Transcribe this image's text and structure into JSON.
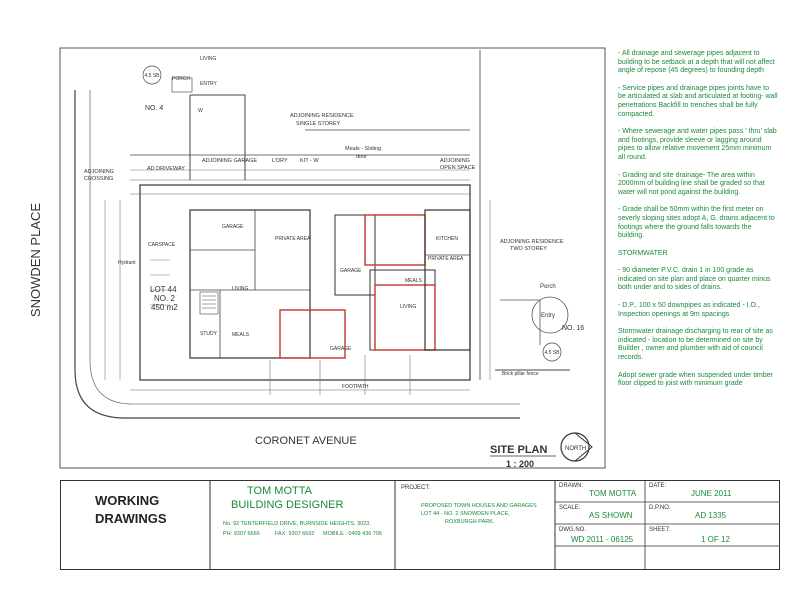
{
  "site": {
    "snowden_place": "SNOWDEN PLACE",
    "coronet_avenue": "CORONET AVENUE",
    "lot_no": "LOT 44",
    "lot_sub": "NO. 2",
    "lot_area": "450 m2",
    "no4": "NO. 4",
    "no16": "NO. 16",
    "porch_top": "PORCH",
    "living": "LIVING",
    "entry_top": "ENTRY",
    "w": "W",
    "sb_top": "4.5 SB",
    "sb_right": "4.5 SB",
    "adjoining_single": "ADJOINING RESIDENCE",
    "single_storey": "SINGLE STOREY",
    "adjoining_two": "ADJOINING RESIDENCE",
    "two_storey": "TWO STOREY",
    "adj_crossing": "ADJOINING",
    "crossing": "CROSSING",
    "ad_driveway": "AD DRIVEWAY",
    "adj_garage": "ADJOINING GARAGE",
    "ldry": "L'DRY",
    "kit": "KIT - W",
    "meals_sliding": "Meals - Sliding",
    "door": "door",
    "adj_open": "ADJOINING",
    "open_space": "OPEN SPACE",
    "porch_right": "Porch",
    "entry_right": "Entry",
    "garage_1": "GARAGE",
    "garage_2": "GARAGE",
    "garage_3": "GARAGE",
    "private_area_1": "PRIVATE AREA",
    "private_area_2": "PRIVATE AREA",
    "living_1": "LIVING",
    "living_2": "LIVING",
    "meals_1": "MEALS",
    "meals_2": "MEALS",
    "kitchen": "KITCHEN",
    "study": "STUDY",
    "carspace": "CARSPACE",
    "hydrant": "Hydrant",
    "footpath": "FOOTPATH",
    "brick_fence": "Brick pillar fence",
    "site_plan": "SITE PLAN",
    "scale": "1 : 200",
    "north": "NORTH"
  },
  "notes": [
    "- All drainage and sewerage pipes adjacent to building to be setback at a depth that will not affect angle of repose (45 degrees) to founding depth",
    "- Service pipes and drainage pipes joints have to be articulated at slab and articulated at footing- wall penetrations Backfill to trenches shall be fully compacted.",
    "- Where sewerage and water pipes pass ' thru' slab and footings, provide sleeve or lagging around pipes to allow relative movement 25mm minimum all round.",
    "- Grading and site drainage- The area within 2000mm of building line shall be graded so that water will not pond against the building.",
    "- Grade shall be 50mm within the first meter on severly sloping sites adopt A, G. drains adjacent to footings where the ground falls towards the building.",
    "STORMWATER",
    "- 90 diameter P.V.C. drain 1 in 100 grade as indicated on site plan and place on quarter minus both under and to sides of drains.",
    "- D.P., 100 x 50 downpipes as indicated - I.O., Inspection openings at 9m spacings",
    "Stormwater drainage discharging to rear of site as indicated - location to be determined on site by Builder , owner and plumber with aid of council records.",
    "Adopt sewer grade when suspended under timber floor clipped to joist with minimum grade"
  ],
  "title_block": {
    "working": "WORKING",
    "drawings": "DRAWINGS",
    "designer_name": "TOM MOTTA",
    "designer_role": "BUILDING DESIGNER",
    "address": "No. 92 TENTERFIELD DRIVE, BURNSIDE HEIGHTS, 3023.",
    "ph": "PH: 9307 6666",
    "fax": "FAX: 9307 6692",
    "mobile": "MOBILE : 0409 436 706",
    "project_label": "PROJECT:",
    "project_line1": "PROPOSED TOWN HOUSES AND GARAGES",
    "project_line2": "LOT 44 - NO. 2 SNOWDEN PLACE,",
    "project_line3": "ROXBURGH PARK.",
    "drawn_label": "DRAWN:",
    "drawn_value": "TOM MOTTA",
    "date_label": "DATE:",
    "date_value": "JUNE 2011",
    "scale_label": "SCALE:",
    "scale_value": "AS  SHOWN",
    "dpno_label": "D.P.NO.",
    "dpno_value": "AD  1335",
    "dwgno_label": "DWG.NO.",
    "dwgno_value": "WD 2011 - 06125",
    "sheet_label": "SHEET:",
    "sheet_value": "1 OF 12"
  },
  "colors": {
    "ink": "#333333",
    "green": "#1a8a3a",
    "red": "#c0392b"
  }
}
